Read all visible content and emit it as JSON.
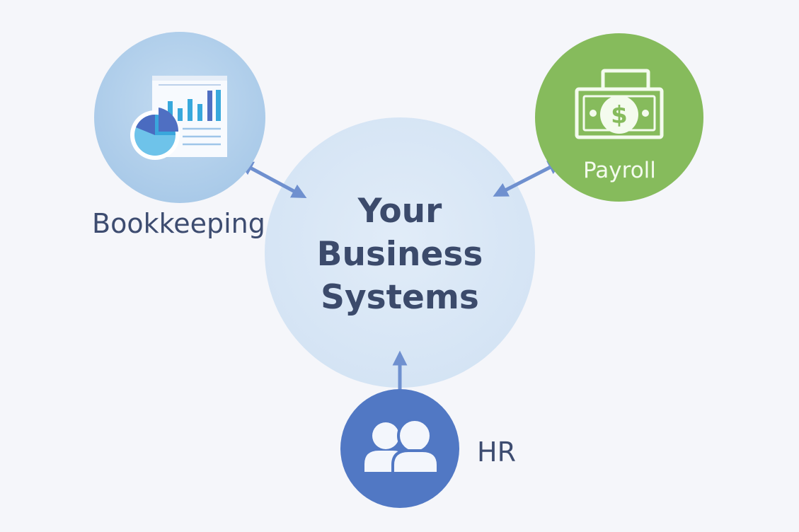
{
  "center": {
    "lines": [
      "Your",
      "Business",
      "Systems"
    ]
  },
  "nodes": {
    "bookkeeping": {
      "label": "Bookkeeping",
      "color": "#aecdea",
      "icon": "report-chart-icon"
    },
    "payroll": {
      "label": "Payroll",
      "color": "#86bb5c",
      "icon": "money-bill-icon"
    },
    "hr": {
      "label": "HR",
      "color": "#5178c4",
      "icon": "users-icon"
    }
  },
  "colors": {
    "background": "#f5f6fa",
    "center_fill": "#d8e6f5",
    "arrow": "#6f90cf",
    "text": "#3d4c70"
  }
}
